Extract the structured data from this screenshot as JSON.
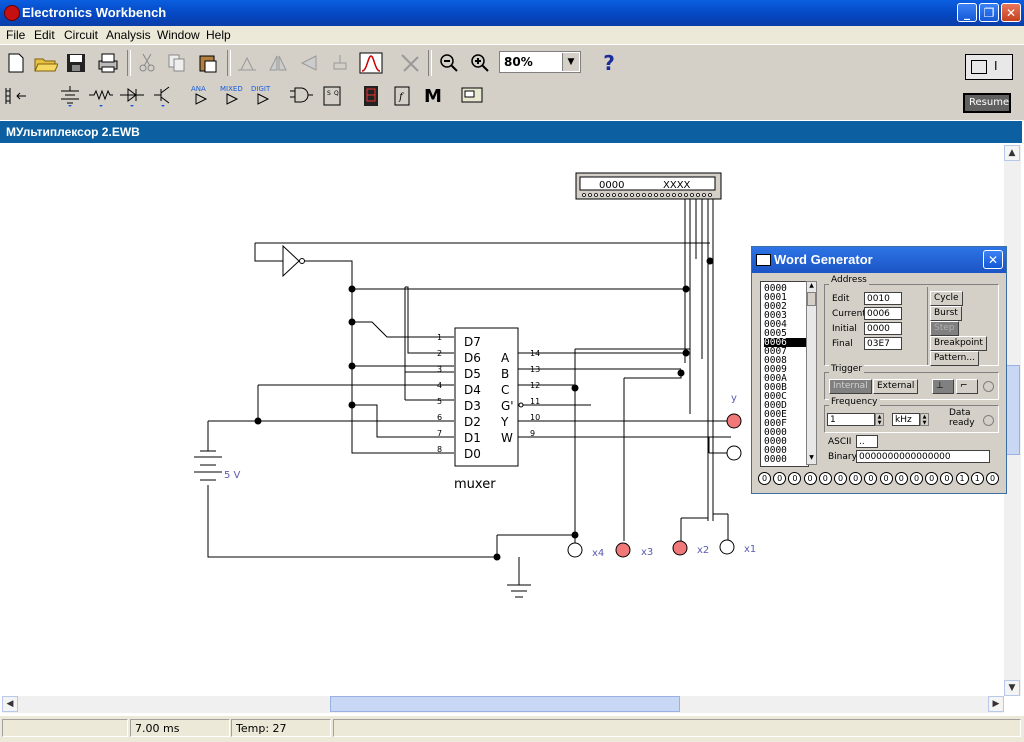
{
  "app": {
    "title": "Electronics Workbench"
  },
  "menu": [
    "File",
    "Edit",
    "Circuit",
    "Analysis",
    "Window",
    "Help"
  ],
  "toolbar": {
    "zoom_value": "80%",
    "help_label": "?"
  },
  "parts_bin": {
    "ana_label": "ANA",
    "mixed_label": "MIXED",
    "digit_label": "DIGIT",
    "m_label": "M",
    "f_label": "f"
  },
  "side_controls": {
    "resume_label": "Resume",
    "switch_label": "I"
  },
  "document": {
    "title": "МУльтиплексор 2.EWB"
  },
  "circuit": {
    "display_left": "0000",
    "display_right": "XXXX",
    "chip_name": "muxer",
    "left_pins": [
      {
        "label": "D7",
        "num": "1"
      },
      {
        "label": "D6",
        "num": "2"
      },
      {
        "label": "D5",
        "num": "3"
      },
      {
        "label": "D4",
        "num": "4"
      },
      {
        "label": "D3",
        "num": "5"
      },
      {
        "label": "D2",
        "num": "6"
      },
      {
        "label": "D1",
        "num": "7"
      },
      {
        "label": "D0",
        "num": "8"
      }
    ],
    "right_pins": [
      {
        "label": "A",
        "num": "14"
      },
      {
        "label": "B",
        "num": "13"
      },
      {
        "label": "C",
        "num": "12"
      },
      {
        "label": "G'",
        "num": "11"
      },
      {
        "label": "Y",
        "num": "10"
      },
      {
        "label": "W",
        "num": "9"
      }
    ],
    "battery_label": "5 V",
    "probes": {
      "y": "y",
      "x1": "x1",
      "x2": "x2",
      "x3": "x3",
      "x4": "x4"
    }
  },
  "word_generator": {
    "title": "Word Generator",
    "list": [
      "0000",
      "0001",
      "0002",
      "0003",
      "0004",
      "0005",
      "0006",
      "0007",
      "0008",
      "0009",
      "000A",
      "000B",
      "000C",
      "000D",
      "000E",
      "000F",
      "0000",
      "0000",
      "0000",
      "0000"
    ],
    "selected_index": 6,
    "address_label": "Address",
    "edit_label": "Edit",
    "edit_value": "0010",
    "current_label": "Current",
    "current_value": "0006",
    "initial_label": "Initial",
    "initial_value": "0000",
    "final_label": "Final",
    "final_value": "03E7",
    "cycle_label": "Cycle",
    "burst_label": "Burst",
    "step_label": "Step",
    "breakpoint_label": "Breakpoint",
    "pattern_label": "Pattern...",
    "trigger_label": "Trigger",
    "internal_label": "Internal",
    "external_label": "External",
    "frequency_label": "Frequency",
    "freq_value": "1",
    "freq_unit": "kHz",
    "data_ready_label": "Data\nready",
    "ascii_label": "ASCII",
    "ascii_value": "..",
    "binary_label": "Binary",
    "binary_value": "0000000000000000",
    "bits": [
      "0",
      "0",
      "0",
      "0",
      "0",
      "0",
      "0",
      "0",
      "0",
      "0",
      "0",
      "0",
      "0",
      "1",
      "1",
      "0"
    ]
  },
  "status": {
    "time": "7.00 ms",
    "temp": "Temp:  27"
  }
}
